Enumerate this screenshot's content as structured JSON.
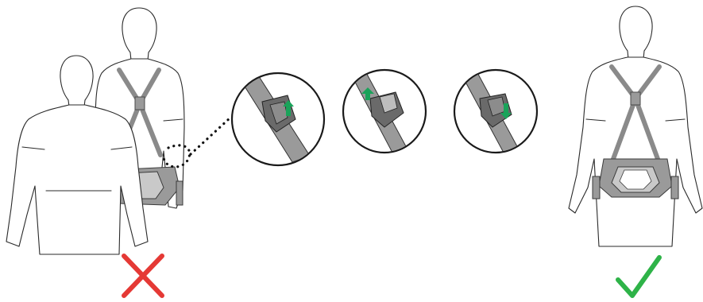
{
  "figure": {
    "panels": [
      {
        "id": "incorrect",
        "verdict_icon": "cross-icon",
        "verdict_color": "#e53935"
      },
      {
        "id": "detail-step-1",
        "arrow_icon": "arrow-up-icon",
        "arrow_color": "#1aa35a"
      },
      {
        "id": "detail-step-2",
        "arrow_icon": "arrow-up-icon",
        "arrow_color": "#1aa35a"
      },
      {
        "id": "detail-step-3",
        "arrow_icon": "arrow-down-icon",
        "arrow_color": "#1aa35a"
      },
      {
        "id": "correct",
        "verdict_icon": "check-icon",
        "verdict_color": "#2eb348"
      }
    ],
    "colors": {
      "strap": "#8a8a8a",
      "outline": "#2a2a2a",
      "cross": "#e53935",
      "check": "#2eb348",
      "arrow": "#1aa35a"
    }
  }
}
